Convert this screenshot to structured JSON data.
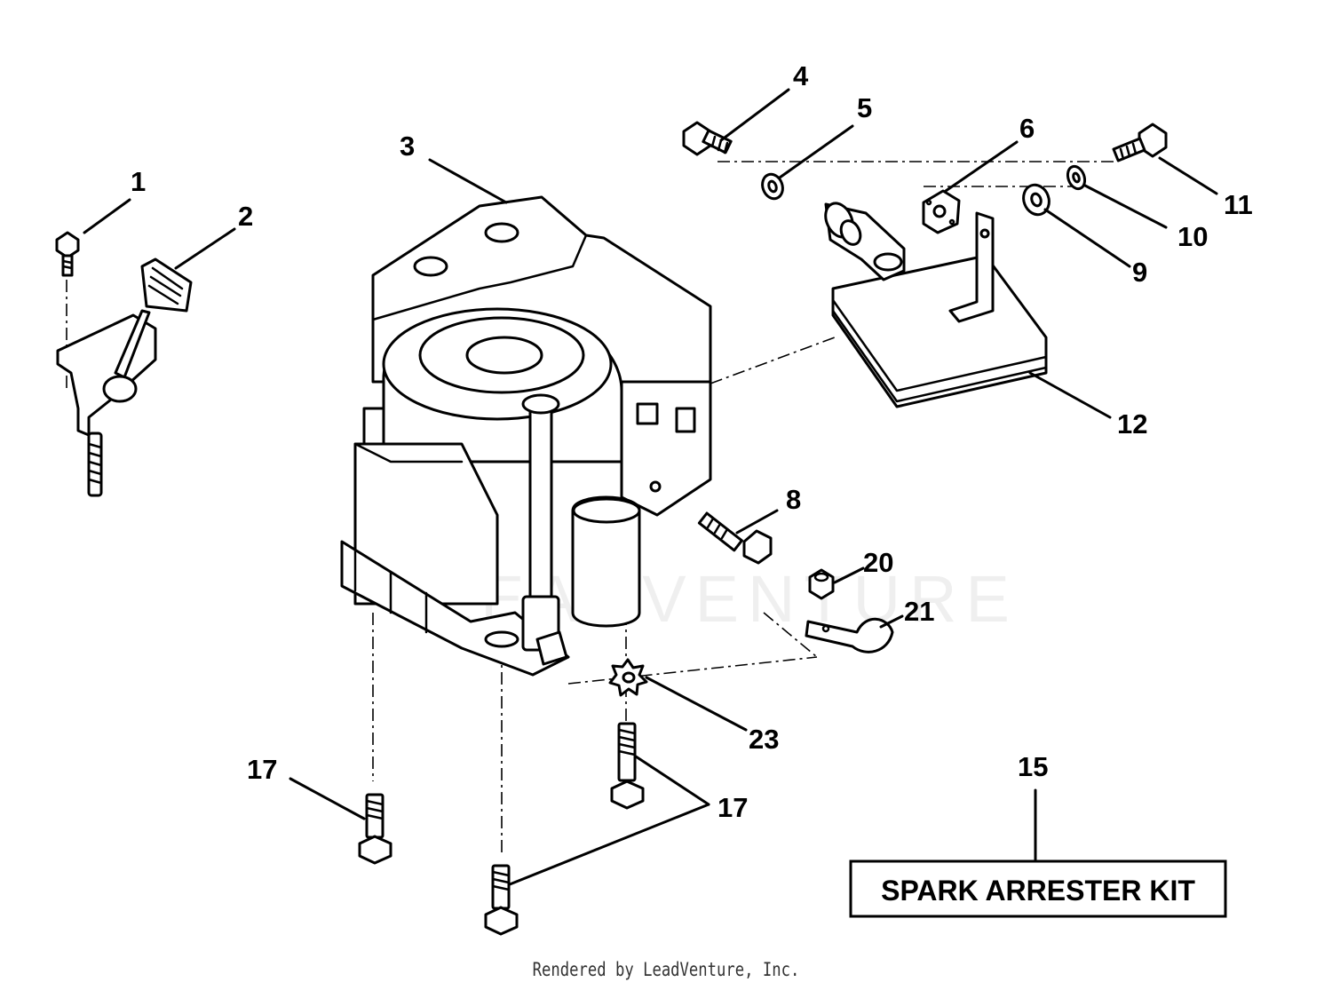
{
  "diagram": {
    "callouts": {
      "c1": "1",
      "c2": "2",
      "c3": "3",
      "c4": "4",
      "c5": "5",
      "c6": "6",
      "c8": "8",
      "c9": "9",
      "c10": "10",
      "c11": "11",
      "c12": "12",
      "c15": "15",
      "c17a": "17",
      "c17b": "17",
      "c20": "20",
      "c21": "21",
      "c23": "23"
    },
    "kit_label": "SPARK ARRESTER KIT",
    "watermark": "LEADVENTURE"
  },
  "footer": {
    "credit": "Rendered by LeadVenture, Inc."
  }
}
